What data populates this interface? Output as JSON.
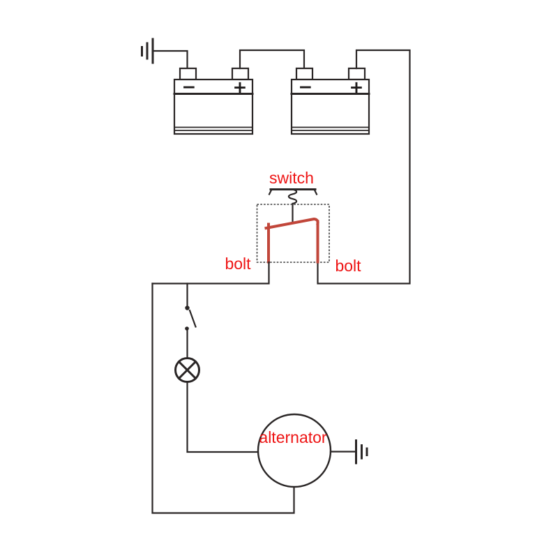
{
  "colors": {
    "background": "#ffffff",
    "wire": "#2a2626",
    "label": "#ee1414",
    "relay": "#c1463a"
  },
  "labels": {
    "switch": "switch",
    "bolt_left": "bolt",
    "bolt_right": "bolt",
    "alternator": "alternator"
  },
  "battery1": {
    "minus": "−",
    "plus": "+"
  },
  "battery2": {
    "minus": "−",
    "plus": "+"
  }
}
